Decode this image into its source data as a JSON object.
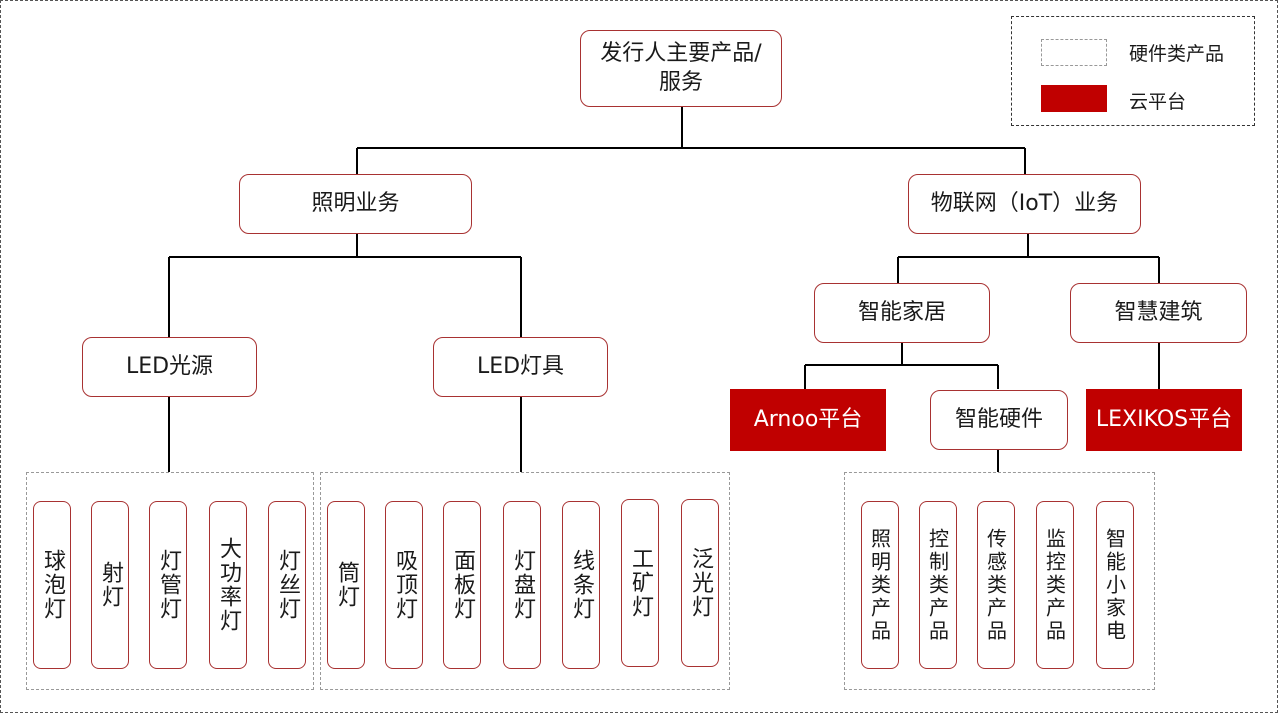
{
  "root": {
    "label": "发行人主要产品/服务"
  },
  "legend": {
    "items": [
      {
        "label": "硬件类产品",
        "style": "dashed-box"
      },
      {
        "label": "云平台",
        "color": "#c00000"
      }
    ]
  },
  "colors": {
    "accent": "#c00000",
    "node_border": "#a83232",
    "line": "#000000"
  },
  "lighting": {
    "label": "照明业务",
    "led_source": {
      "label": "LED光源",
      "products": [
        "球泡灯",
        "射灯",
        "灯管灯",
        "大功率灯",
        "灯丝灯"
      ]
    },
    "led_fixture": {
      "label": "LED灯具",
      "products": [
        "筒灯",
        "吸顶灯",
        "面板灯",
        "灯盘灯",
        "线条灯",
        "工矿灯",
        "泛光灯"
      ]
    }
  },
  "iot": {
    "label": "物联网（IoT）业务",
    "smart_home": {
      "label": "智能家居",
      "platform": "Arnoo平台",
      "hardware": {
        "label": "智能硬件",
        "products": [
          "照明类产品",
          "控制类产品",
          "传感类产品",
          "监控类产品",
          "智能小家电"
        ]
      }
    },
    "smart_building": {
      "label": "智慧建筑",
      "platform": "LEXIKOS平台"
    }
  }
}
